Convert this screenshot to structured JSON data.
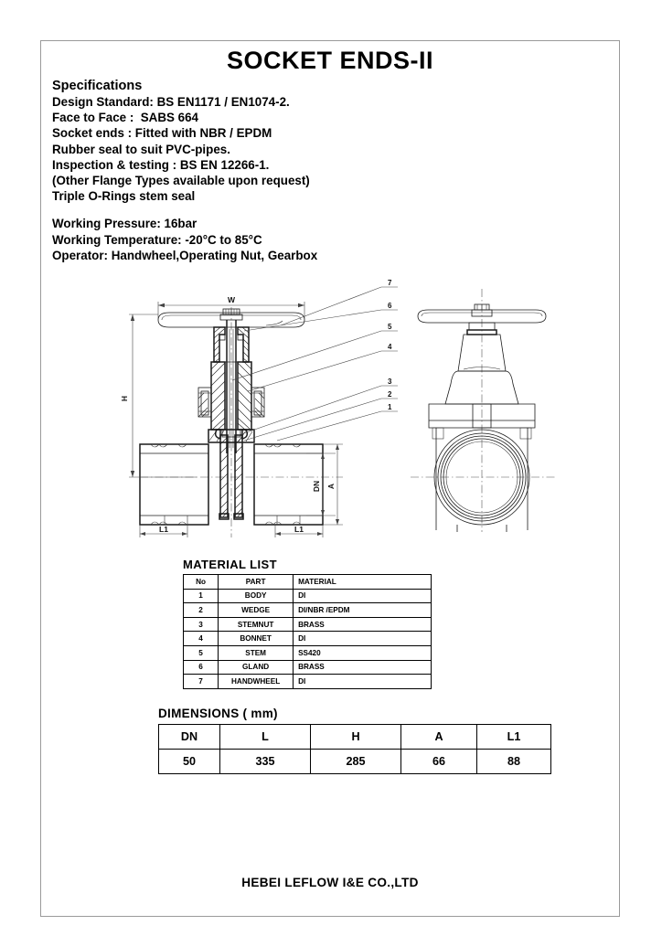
{
  "title": "SOCKET ENDS-II",
  "specifications": {
    "heading": "Specifications",
    "lines": [
      "Design Standard: BS EN1171 / EN1074-2.",
      "Face to Face :  SABS 664",
      "Socket ends : Fitted with NBR / EPDM",
      "Rubber seal to suit PVC-pipes.",
      "Inspection & testing : BS EN 12266-1.",
      "(Other Flange Types available upon request)",
      "Triple O-Rings stem seal"
    ],
    "lines2": [
      "Working Pressure: 16bar",
      "Working Temperature: -20°C to 85°C",
      "Operator: Handwheel,Operating Nut, Gearbox"
    ]
  },
  "drawing": {
    "dimension_labels": {
      "width": "W",
      "height": "H",
      "bore": "DN",
      "a": "A",
      "l1_left": "L1",
      "l1_right": "L1"
    },
    "callouts": [
      "7",
      "6",
      "5",
      "4",
      "3",
      "2",
      "1"
    ]
  },
  "material_list": {
    "caption": "MATERIAL  LIST",
    "headers": [
      "No",
      "PART",
      "MATERIAL"
    ],
    "rows": [
      [
        "1",
        "BODY",
        "DI"
      ],
      [
        "2",
        "WEDGE",
        "DI/NBR /EPDM"
      ],
      [
        "3",
        "STEMNUT",
        "BRASS"
      ],
      [
        "4",
        "BONNET",
        "DI"
      ],
      [
        "5",
        "STEM",
        "SS420"
      ],
      [
        "6",
        "GLAND",
        "BRASS"
      ],
      [
        "7",
        "HANDWHEEL",
        "DI"
      ]
    ]
  },
  "dimensions": {
    "caption": "DIMENSIONS ( mm)",
    "headers": [
      "DN",
      "L",
      "H",
      "A",
      "L1"
    ],
    "rows": [
      [
        "50",
        "335",
        "285",
        "66",
        "88"
      ]
    ]
  },
  "footer": "HEBEI LEFLOW I&E CO.,LTD"
}
